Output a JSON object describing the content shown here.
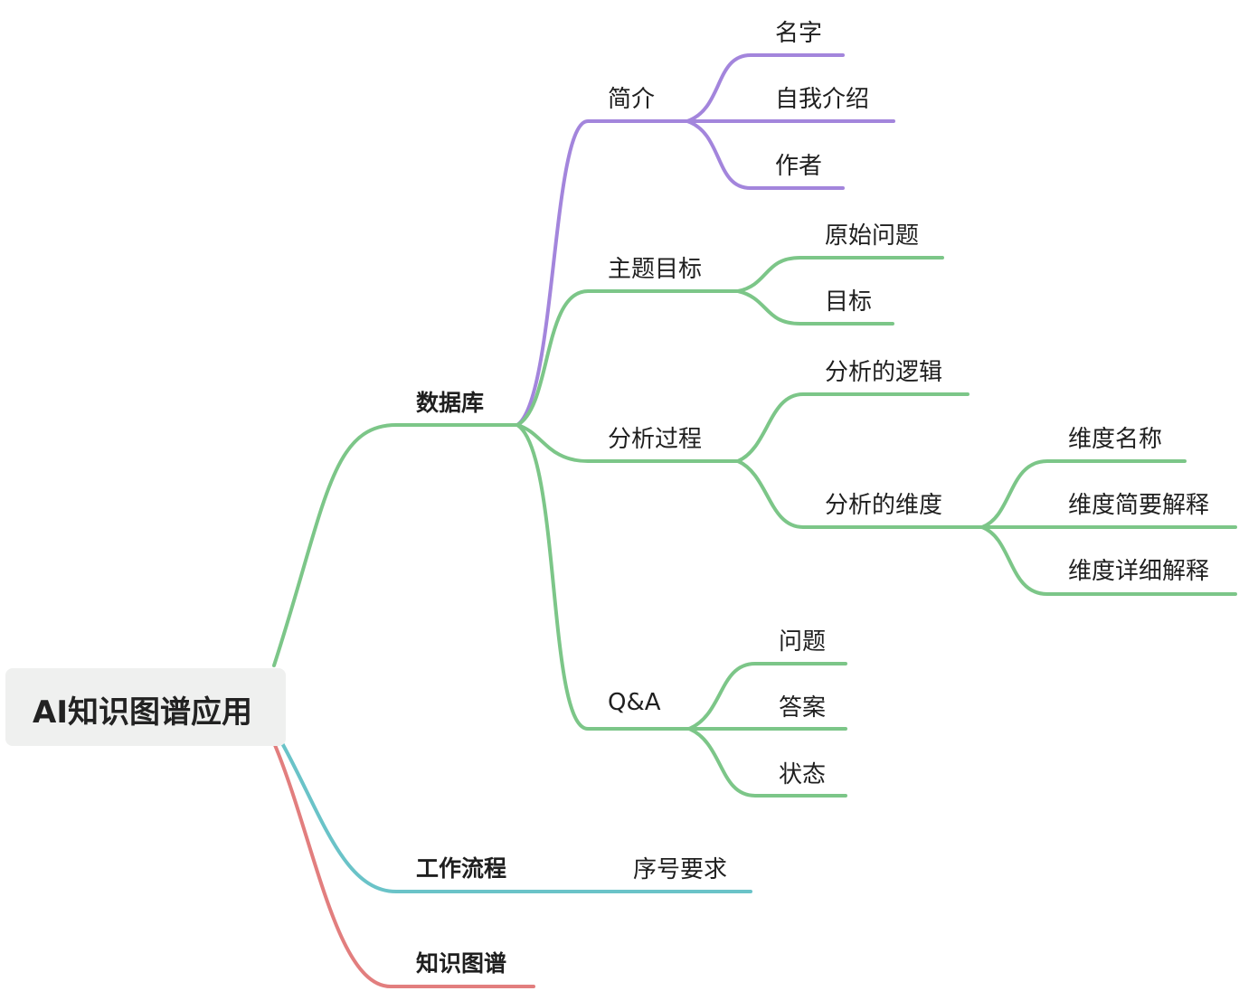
{
  "colors": {
    "purple": "#a385dc",
    "green": "#7cc688",
    "teal": "#6ac3c8",
    "red": "#e27e7e",
    "root_bg": "#eff0ef"
  },
  "root": {
    "label": "AI知识图谱应用"
  },
  "branches": {
    "database": {
      "label": "数据库",
      "intro": {
        "label": "简介",
        "children": [
          "名字",
          "自我介绍",
          "作者"
        ]
      },
      "topic": {
        "label": "主题目标",
        "children": [
          "原始问题",
          "目标"
        ]
      },
      "process": {
        "label": "分析过程",
        "logic": "分析的逻辑",
        "dimension": {
          "label": "分析的维度",
          "children": [
            "维度名称",
            "维度简要解释",
            "维度详细解释"
          ]
        }
      },
      "qa": {
        "label": "Q&A",
        "children": [
          "问题",
          "答案",
          "状态"
        ]
      }
    },
    "workflow": {
      "label": "工作流程",
      "child": "序号要求"
    },
    "kg": {
      "label": "知识图谱"
    }
  }
}
